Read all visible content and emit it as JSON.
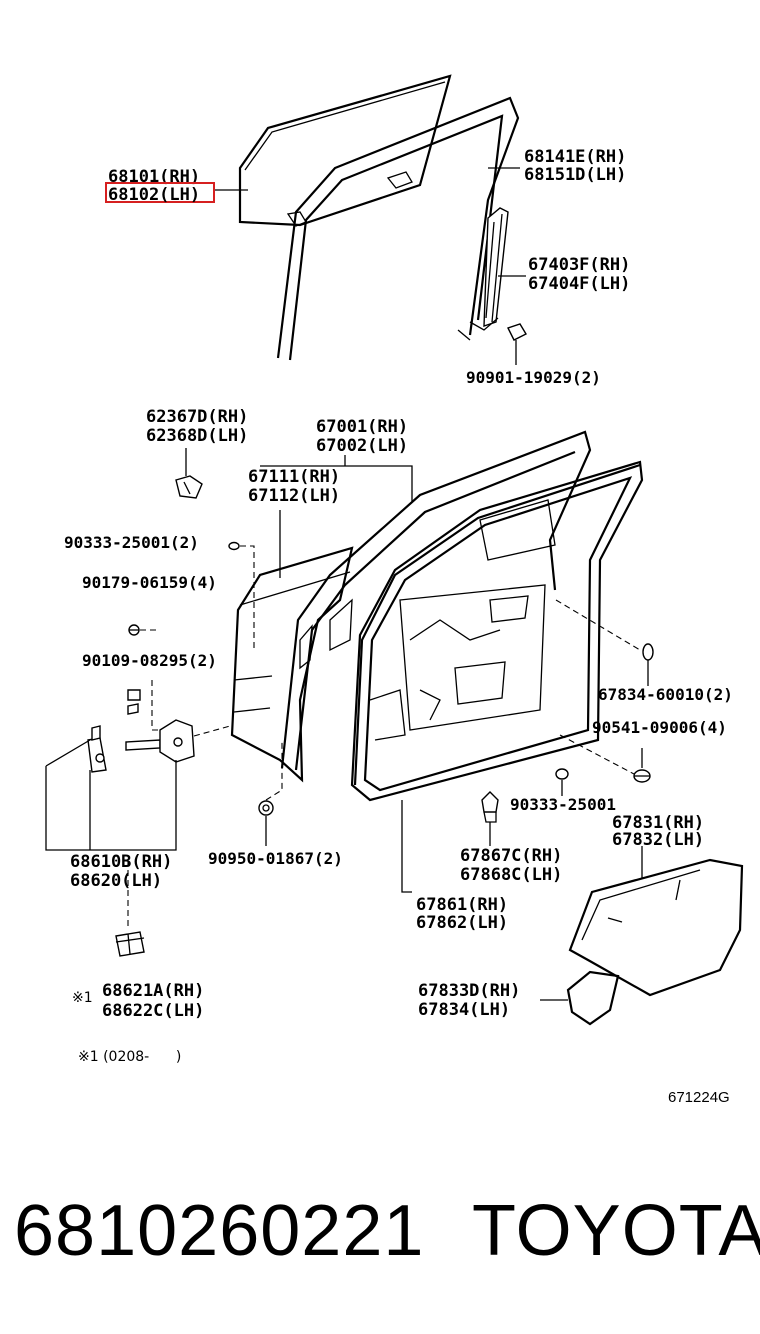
{
  "diagram_code": "671224G",
  "labels": {
    "glass_rh": "68101(RH)",
    "glass_lh": "68102(LH)",
    "run_rh": "68141E(RH)",
    "run_lh": "68151D(LH)",
    "channel_rh": "67403F(RH)",
    "channel_lh": "67404F(LH)",
    "screw_run": "90901-19029(2)",
    "cover_rh": "62367D(RH)",
    "cover_lh": "62368D(LH)",
    "panel_rh": "67001(RH)",
    "panel_lh": "67002(LH)",
    "panel2_rh": "67111(RH)",
    "panel2_lh": "67112(LH)",
    "plug_a": "90333-25001(2)",
    "bolt_a": "90179-06159(4)",
    "bolt_b": "90109-08295(2)",
    "hole_plug": "67834-60010(2)",
    "bolt_c": "90541-09006(4)",
    "plug_b": "90333-25001",
    "cover2_rh": "67831(RH)",
    "cover2_lh": "67832(LH)",
    "clip": "90950-01867(2)",
    "clip2_rh": "67867C(RH)",
    "clip2_lh": "67868C(LH)",
    "check_rh": "68610B(RH)",
    "check_lh": "68620(LH)",
    "weather_rh": "67861(RH)",
    "weather_lh": "67862(LH)",
    "hinge_rh": "68621A(RH)",
    "hinge_lh": "68622C(LH)",
    "note_marker": "※1",
    "cover3_rh": "67833D(RH)",
    "cover3_lh": "67834(LH)",
    "footnote": "※1 (0208-      )"
  },
  "footer": {
    "part_number": "6810260221",
    "brand": "TOYOTA"
  },
  "colors": {
    "highlight": "#d62020"
  }
}
